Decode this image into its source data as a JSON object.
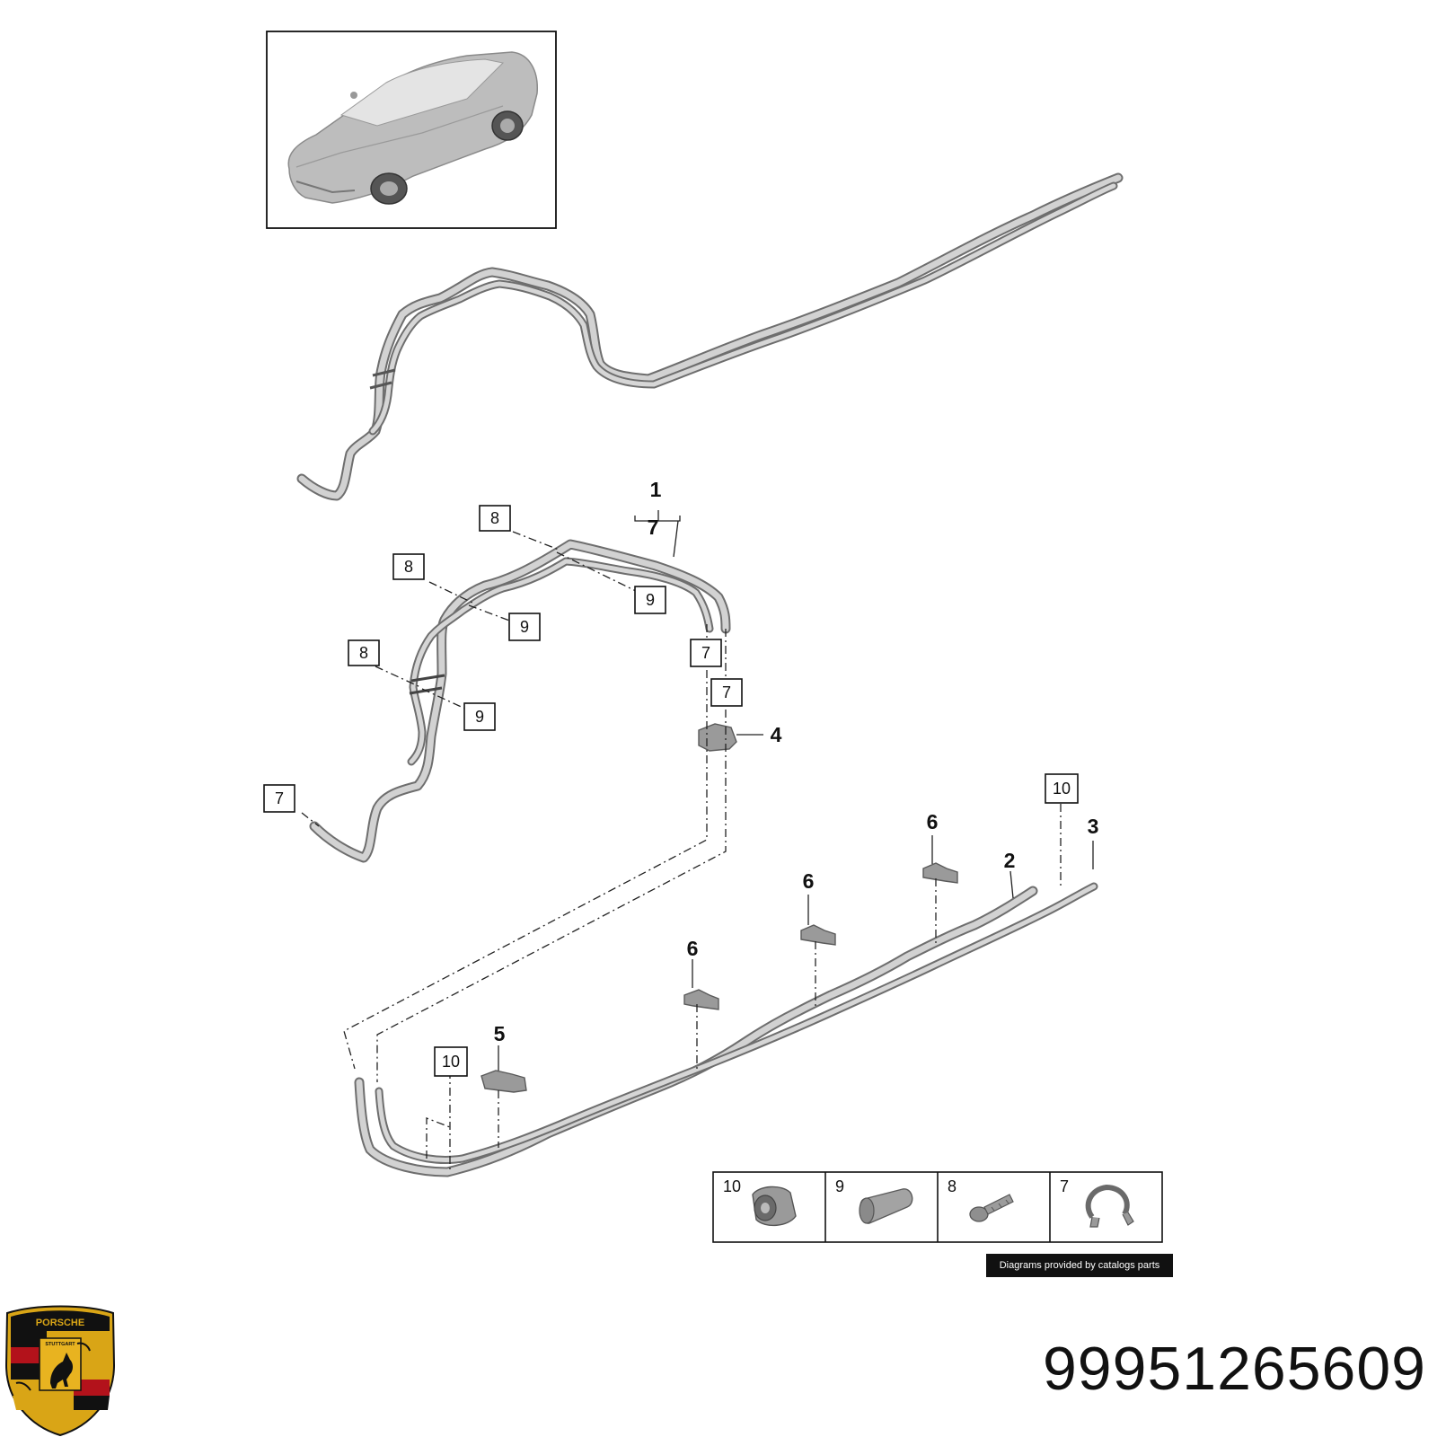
{
  "brand": {
    "crest_top_text": "PORSCHE",
    "crest_center_text": "STUTTGART",
    "crest_colors": {
      "gold": "#d9a516",
      "red": "#b3121b",
      "black": "#111111"
    }
  },
  "part_number": "99951265609",
  "credit": "Diagrams provided by catalogs parts",
  "callouts": [
    {
      "id": "c8a",
      "label": "8"
    },
    {
      "id": "c8b",
      "label": "8"
    },
    {
      "id": "c8c",
      "label": "8"
    },
    {
      "id": "c9a",
      "label": "9"
    },
    {
      "id": "c9b",
      "label": "9"
    },
    {
      "id": "c9c",
      "label": "9"
    },
    {
      "id": "c7a",
      "label": "7"
    },
    {
      "id": "c7b",
      "label": "7"
    },
    {
      "id": "c7c",
      "label": "7"
    },
    {
      "id": "c10a",
      "label": "10"
    },
    {
      "id": "c10b",
      "label": "10"
    }
  ],
  "position_numbers": [
    {
      "id": "p1",
      "label": "1"
    },
    {
      "id": "p7",
      "label": "7"
    },
    {
      "id": "p4",
      "label": "4"
    },
    {
      "id": "p6a",
      "label": "6"
    },
    {
      "id": "p6b",
      "label": "6"
    },
    {
      "id": "p6c",
      "label": "6"
    },
    {
      "id": "p2",
      "label": "2"
    },
    {
      "id": "p3",
      "label": "3"
    },
    {
      "id": "p5",
      "label": "5"
    }
  ],
  "legend": [
    "10",
    "9",
    "8",
    "7"
  ]
}
